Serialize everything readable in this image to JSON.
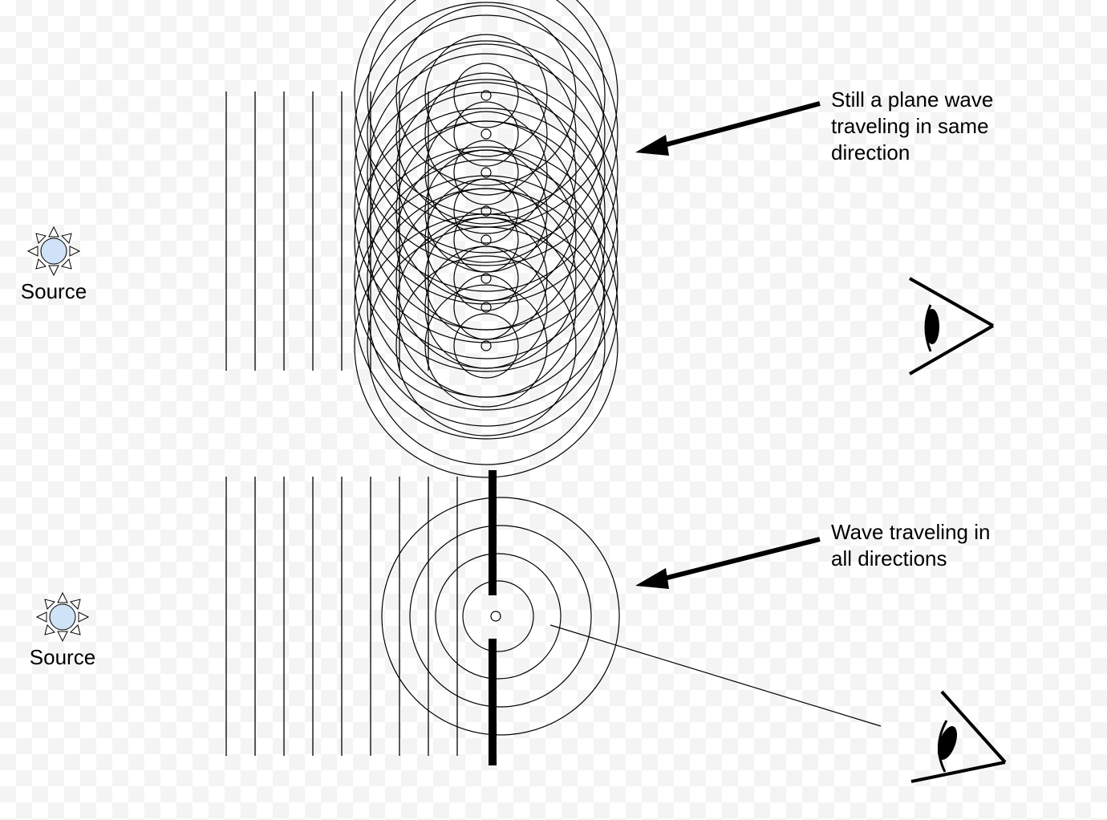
{
  "top_panel": {
    "source_label": "Source",
    "annotation_lines": [
      "Still a plane wave",
      "traveling in same",
      "direction"
    ]
  },
  "bottom_panel": {
    "source_label": "Source",
    "annotation_lines": [
      "Wave traveling in",
      "all directions"
    ]
  },
  "icons": [
    "sun-icon",
    "eye-icon",
    "arrow-icon"
  ],
  "colors": {
    "sun_fill": "#cfe2f7",
    "line": "#000000"
  }
}
